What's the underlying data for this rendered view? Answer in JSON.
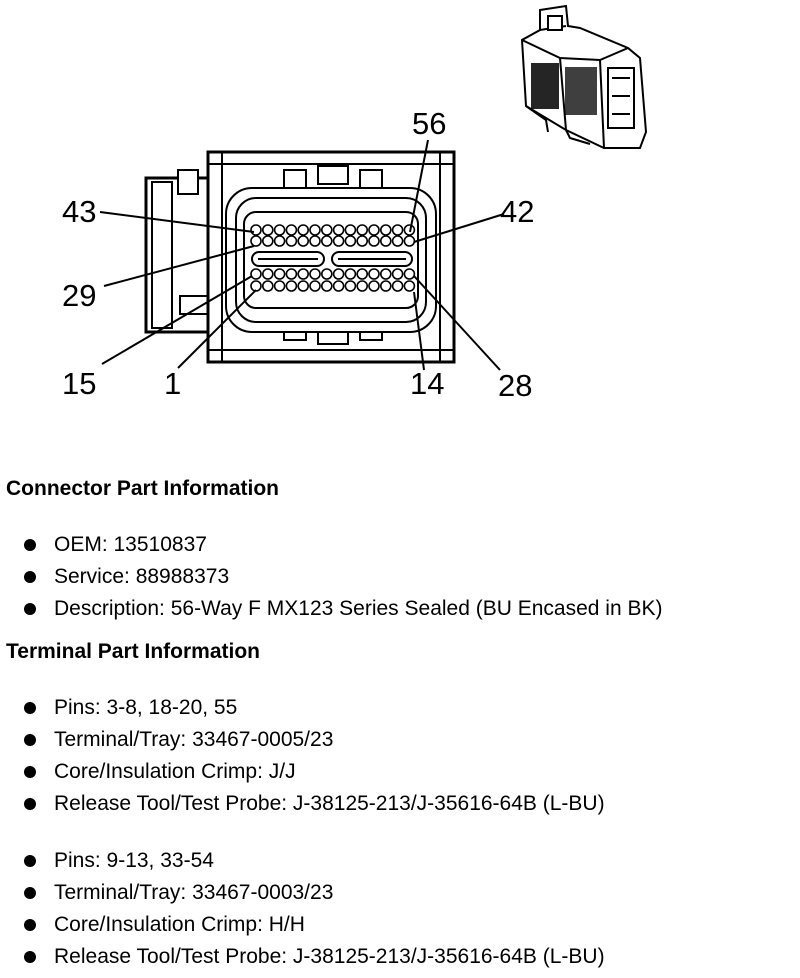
{
  "diagram": {
    "pin_labels": {
      "p56": "56",
      "p43": "43",
      "p42": "42",
      "p29": "29",
      "p15": "15",
      "p1": "1",
      "p14": "14",
      "p28": "28"
    }
  },
  "connector_section": {
    "title": "Connector Part Information",
    "items": [
      "OEM: 13510837",
      "Service: 88988373",
      "Description: 56-Way F MX123 Series Sealed (BU Encased in BK)"
    ]
  },
  "terminal_section": {
    "title": "Terminal Part Information",
    "groups": [
      {
        "items": [
          "Pins: 3-8, 18-20, 55",
          "Terminal/Tray: 33467-0005/23",
          "Core/Insulation Crimp: J/J",
          "Release Tool/Test Probe: J-38125-213/J-35616-64B (L-BU)"
        ]
      },
      {
        "items": [
          "Pins: 9-13, 33-54",
          "Terminal/Tray: 33467-0003/23",
          "Core/Insulation Crimp: H/H",
          "Release Tool/Test Probe: J-38125-213/J-35616-64B (L-BU)"
        ]
      }
    ]
  }
}
